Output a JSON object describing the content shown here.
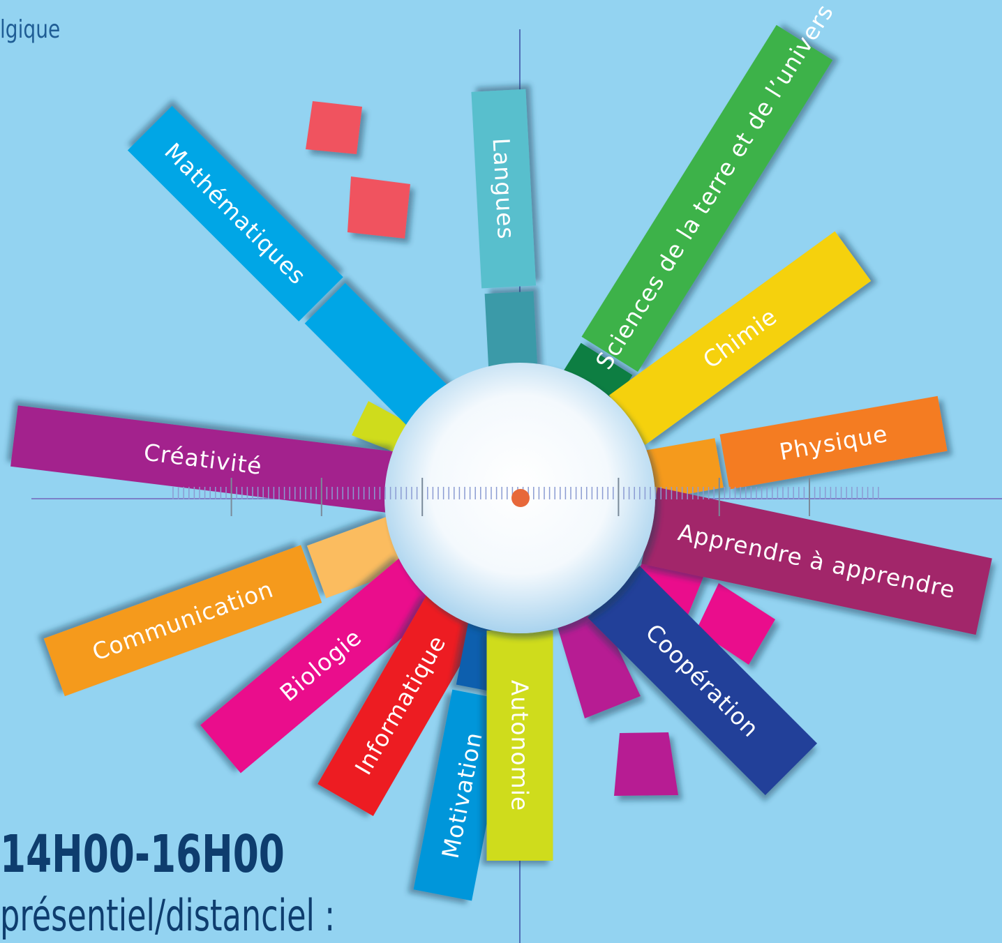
{
  "header": {
    "partial_text": "lgique"
  },
  "footer": {
    "time": "14H00-16H00",
    "mode": "présentiel/distanciel :"
  },
  "wheel": {
    "center_color": "#e7683a",
    "bars": [
      {
        "id": "mathematiques",
        "label": "Mathématiques",
        "color": "#00a6e6",
        "inner_color": "#00a6e6"
      },
      {
        "id": "langues",
        "label": "Langues",
        "color": "#58bfcd",
        "inner_color": "#3a9aa8"
      },
      {
        "id": "sciences-terre-univers",
        "label": "Sciences de la terre et de l’univers",
        "color": "#3eb24a",
        "inner_color": "#0d7e43"
      },
      {
        "id": "chimie",
        "label": "Chimie",
        "color": "#f5d10b",
        "inner_color": "#f5d10b"
      },
      {
        "id": "physique",
        "label": "Physique",
        "color": "#f47b20",
        "inner_color": "#f59a1f"
      },
      {
        "id": "creativite",
        "label": "Créativité",
        "color": "#a3228d",
        "inner_color": "#a3228d"
      },
      {
        "id": "apprendre-a-apprendre",
        "label": "Apprendre à apprendre",
        "color": "#a2276b",
        "inner_color": "#e6127f"
      },
      {
        "id": "communication",
        "label": "Communication",
        "color": "#f59a1f",
        "inner_color": "#fbbc5e"
      },
      {
        "id": "biologie",
        "label": "Biologie",
        "color": "#ea0b8c",
        "inner_color": "#ea0b8c"
      },
      {
        "id": "informatique",
        "label": "Informatique",
        "color": "#ed1c24",
        "inner_color": "#ed1c24"
      },
      {
        "id": "motivation",
        "label": "Motivation",
        "color": "#0096da",
        "inner_color": "#0a5fae"
      },
      {
        "id": "autonomie",
        "label": "Autonomie",
        "color": "#cfdc1f",
        "inner_color": "#cfdc1f"
      },
      {
        "id": "cooperation",
        "label": "Coopération",
        "color": "#213f99",
        "inner_color": "#213f99"
      }
    ],
    "decor_colors": {
      "red_squares": "#f0525f",
      "lime_small": "#cfdc1f",
      "magenta": "#b71f93",
      "pink": "#ea0b8c"
    }
  }
}
